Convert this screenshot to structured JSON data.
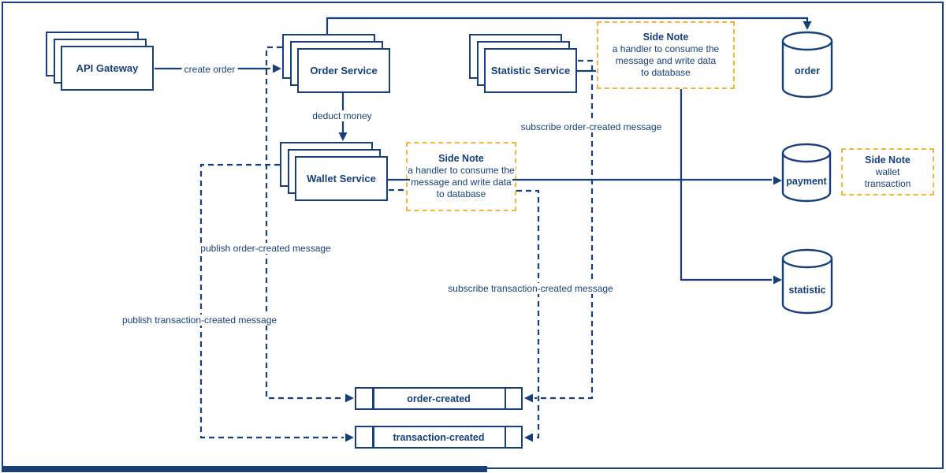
{
  "diagram": {
    "title_hint": "event-driven microservices diagram",
    "colors": {
      "line": "#17407B",
      "accent": "#F2B53D",
      "background": "#FFFFFF"
    },
    "services": [
      {
        "id": "api-gateway",
        "label": "API Gateway"
      },
      {
        "id": "order-service",
        "label": "Order Service"
      },
      {
        "id": "statistic-service",
        "label": "Statistic Service"
      },
      {
        "id": "wallet-service",
        "label": "Wallet Service"
      }
    ],
    "databases": [
      {
        "id": "order-db",
        "label": "order"
      },
      {
        "id": "payment-db",
        "label": "payment"
      },
      {
        "id": "statistic-db",
        "label": "statistic"
      }
    ],
    "queues": [
      {
        "id": "order-created-queue",
        "label": "order-created"
      },
      {
        "id": "transaction-created-queue",
        "label": "transaction-created"
      }
    ],
    "side_notes": [
      {
        "id": "statistic-side-note",
        "title": "Side Note",
        "lines": [
          "a handler to consume the",
          "message and write data",
          "to database"
        ]
      },
      {
        "id": "wallet-side-note",
        "title": "Side Note",
        "lines": [
          "a handler to consume the",
          "message and write data",
          "to database"
        ]
      },
      {
        "id": "payment-side-note",
        "title": "Side Note",
        "lines": [
          "wallet",
          "transaction"
        ]
      }
    ],
    "edge_labels": [
      {
        "id": "create-order",
        "text": "create order"
      },
      {
        "id": "deduct-money",
        "text": "deduct money"
      },
      {
        "id": "subscribe-order-created",
        "text": "subscribe order-created message"
      },
      {
        "id": "publish-order-created",
        "text": "publish order-created message"
      },
      {
        "id": "publish-transaction-created",
        "text": "publish transaction-created message"
      },
      {
        "id": "subscribe-transaction-created",
        "text": "subscribe transaction-created message"
      }
    ]
  }
}
